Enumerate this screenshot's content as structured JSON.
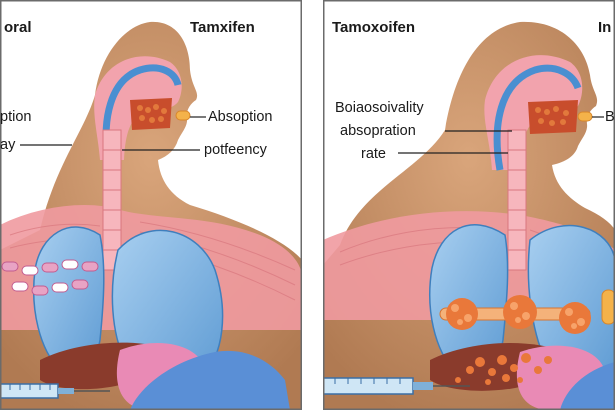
{
  "left_panel": {
    "title_partial": "oral",
    "drug_title": "Tamxifen",
    "label_absorption": "Absoption",
    "label_left_partial_1": "ption",
    "label_left_partial_2": "ay",
    "label_potency": "potfeency",
    "pill_color": "#e8a3c4",
    "capsule_color": "#f4b24a"
  },
  "right_panel": {
    "drug_title": "Tamoxoifen",
    "title_partial": "In",
    "label_bioavailability": "Boiaosoivality",
    "label_absorption_rate_1": "absopration",
    "label_absorption_rate_2": "rate",
    "label_right_partial": "B",
    "particle_color": "#e9783a"
  },
  "colors": {
    "skin": "#c9946a",
    "lungs": "#7fb3e0",
    "muscle": "#ef9aa0",
    "airway": "#4a8fd1",
    "liver": "#8a3b2c",
    "stomach": "#e98ab5",
    "glove": "#5a8fd6",
    "frame": "#6b6b6b"
  }
}
